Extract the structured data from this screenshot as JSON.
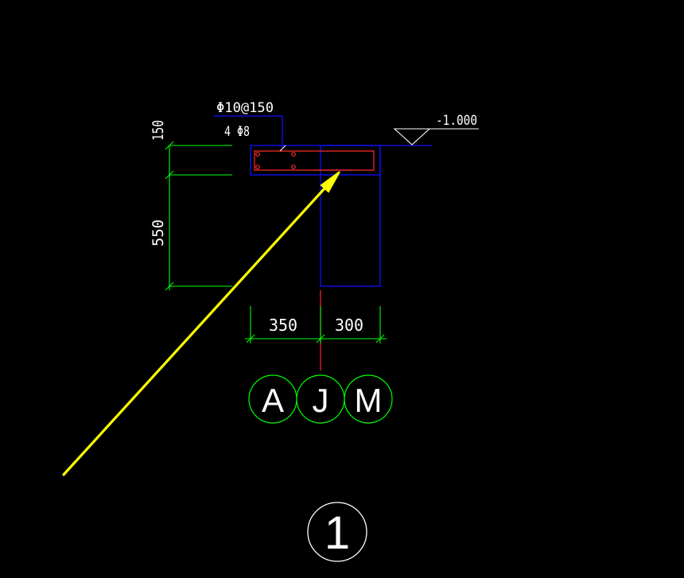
{
  "rebar": {
    "stirrup_label": "Φ10@150",
    "bars_label": "4 Φ8"
  },
  "elevation": {
    "label": "-1.000"
  },
  "dimensions": {
    "top_thickness": "150",
    "beam_height": "550",
    "left_width": "350",
    "right_width": "300"
  },
  "grid_axes": {
    "left": "A",
    "middle": "J",
    "right": "M"
  },
  "detail": {
    "number": "1"
  },
  "colors": {
    "background": "#000000",
    "outline": "#1010ff",
    "rebar": "#ff2a2a",
    "dimension": "#00ff00",
    "text": "#ffffff",
    "arrow": "#ffff00",
    "axis_bubble": "#00ff00",
    "detail_circle": "#ffffff"
  }
}
